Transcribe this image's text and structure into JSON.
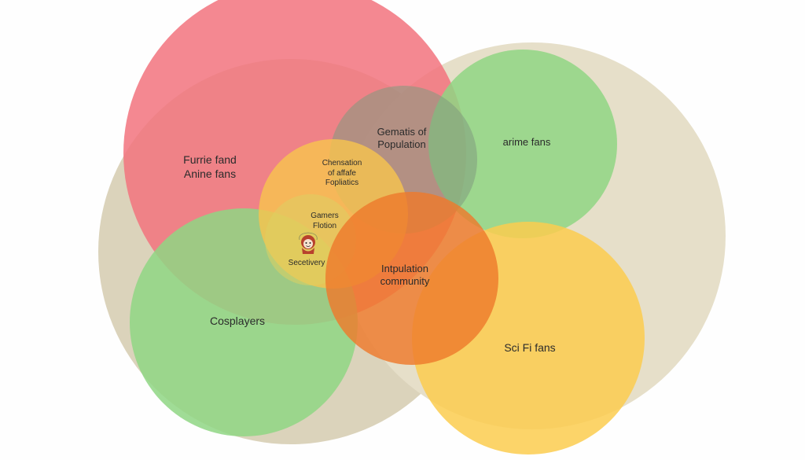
{
  "diagram": {
    "circles": [
      {
        "id": "left-big",
        "color": "#dbd3bb",
        "opacity": 1.0
      },
      {
        "id": "right-big",
        "color": "#e6dfc9",
        "opacity": 1.0
      },
      {
        "id": "furries",
        "color": "#f2737e",
        "opacity": 0.85
      },
      {
        "id": "anime",
        "color": "#8fd684",
        "opacity": 0.85
      },
      {
        "id": "cosplayers",
        "color": "#8fd684",
        "opacity": 0.85
      },
      {
        "id": "scifi",
        "color": "#fbcc4f",
        "opacity": 0.85
      },
      {
        "id": "demographics",
        "color": "#7f9b7d",
        "opacity": 0.55
      },
      {
        "id": "chensation",
        "color": "#f7c44e",
        "opacity": 0.8
      },
      {
        "id": "gamers",
        "color": "#dcd062",
        "opacity": 0.55
      },
      {
        "id": "community",
        "color": "#ee7a2c",
        "opacity": 0.82
      }
    ],
    "labels": {
      "furries": [
        "Furrie fand",
        "Anine fans"
      ],
      "demographics": [
        "Gematis of",
        "Population"
      ],
      "anime": [
        "arime fans"
      ],
      "chensation": [
        "Chensation",
        "of affafe",
        "Fopliatics"
      ],
      "gamers": [
        "Gamers",
        "Flotion"
      ],
      "secetivery": "Secetivery",
      "community": [
        "Intpulation",
        "community"
      ],
      "cosplayers": "Cosplayers",
      "scifi": "Sci Fi fans"
    },
    "mascot_icon": "gamer-mascot-icon"
  }
}
